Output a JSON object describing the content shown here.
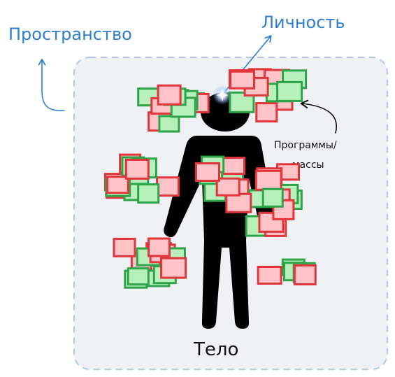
{
  "labels": {
    "space": "Пространство",
    "personality": "Личность",
    "programs_line1": "Программы/",
    "programs_line2": "массы",
    "body": "Тело"
  },
  "colors": {
    "panel_fill": "#f0f1f4",
    "panel_stroke": "#a9c9ea",
    "blue": "#2b7fd1",
    "figure": "#000000",
    "green_stroke": "#2ea44a",
    "green_fill": "#b7f0bb",
    "red_stroke": "#e0353a",
    "red_fill": "#ffc2c6",
    "glow": "#e8f1ff"
  },
  "icons": {
    "personality_point": "glowing-star-icon"
  }
}
